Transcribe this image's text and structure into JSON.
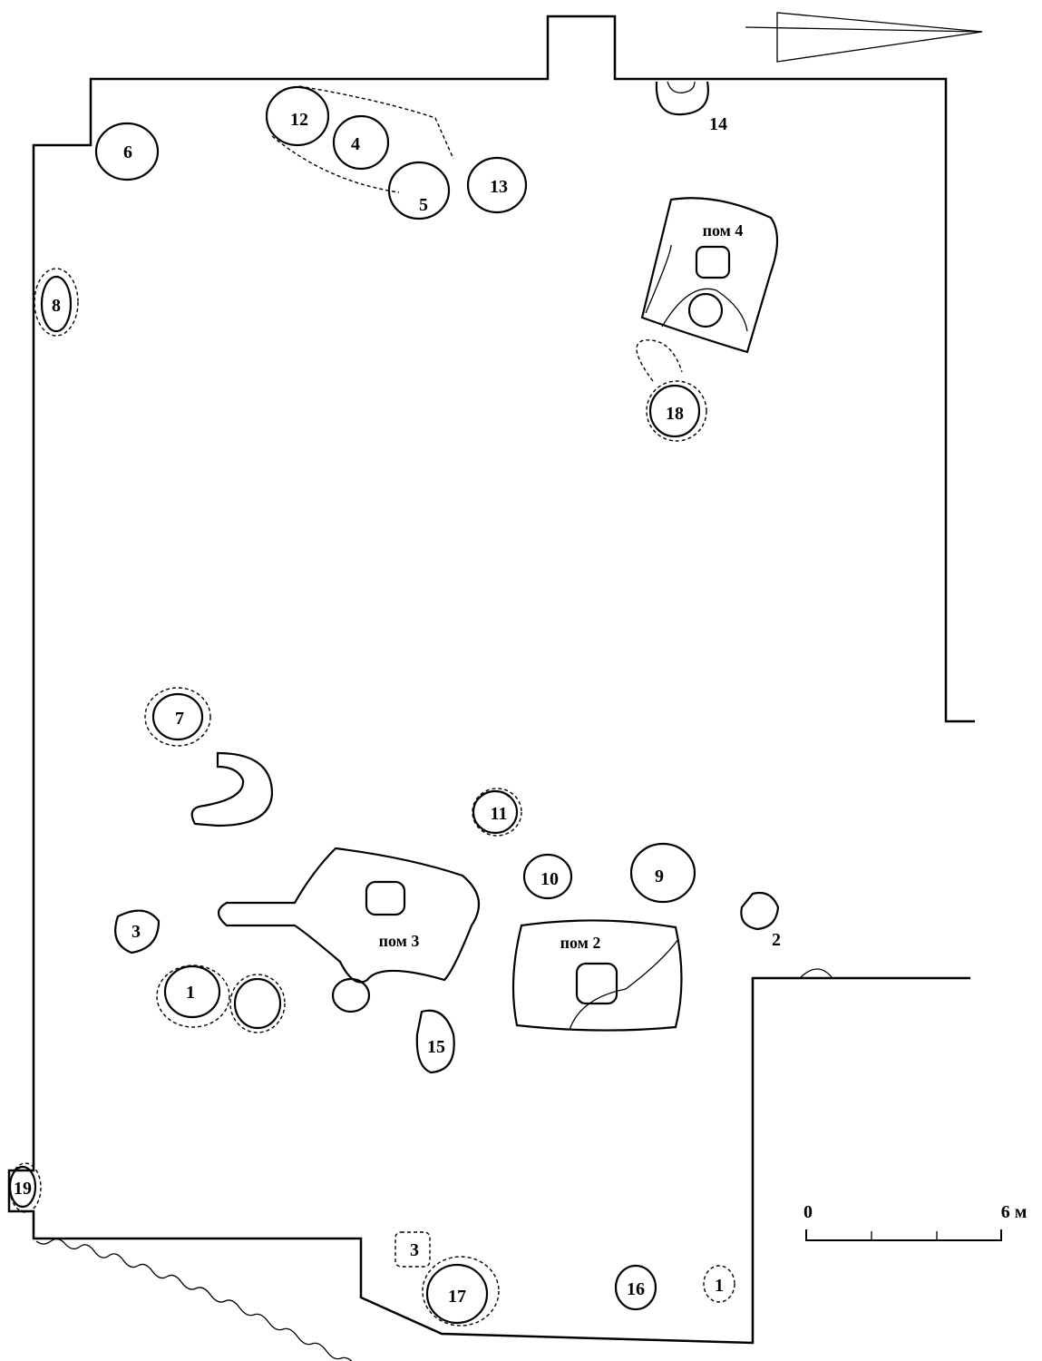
{
  "pits": {
    "p1": "1",
    "p1b": "1",
    "p2": "2",
    "p3": "3",
    "p3b": "3",
    "p4": "4",
    "p5": "5",
    "p6": "6",
    "p7": "7",
    "p8": "8",
    "p9": "9",
    "p10": "10",
    "p11": "11",
    "p12": "12",
    "p13": "13",
    "p14": "14",
    "p15": "15",
    "p16": "16",
    "p17": "17",
    "p18": "18",
    "p19": "19"
  },
  "rooms": {
    "r2": "пом 2",
    "r3": "пом 3",
    "r4": "пом  4"
  },
  "scale": {
    "start": "0",
    "end": "6 м"
  }
}
